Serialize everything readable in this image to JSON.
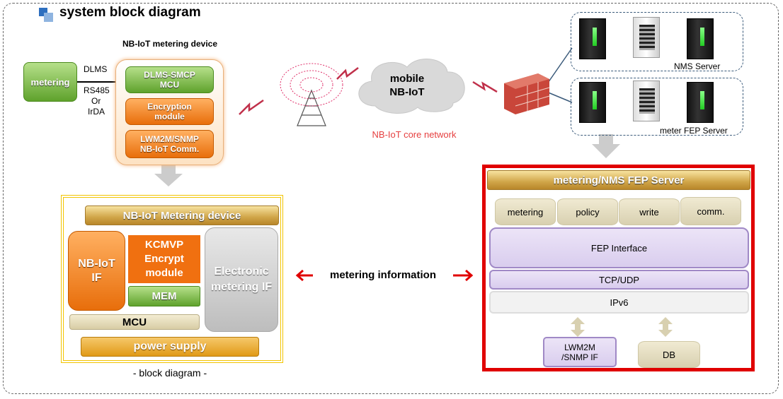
{
  "title": "system block diagram",
  "device_top": {
    "header": "NB-IoT metering device",
    "modules": [
      "DLMS-SMCP MCU",
      "Encryption module",
      "LWM2M/SNMP NB-IoT Comm."
    ]
  },
  "metering_box": "metering",
  "link_labels": {
    "dlms": "DLMS",
    "rs485": "RS485",
    "or": "Or",
    "irda": "IrDA"
  },
  "cloud": {
    "line1": "mobile",
    "line2": "NB-IoT",
    "caption": "NB-IoT core network"
  },
  "servers": {
    "nms": "NMS Server",
    "fep": "meter FEP Server"
  },
  "block": {
    "header": "NB-IoT Metering device",
    "nbiot_if": "NB-IoT IF",
    "kcmvp": "KCMVP Encrypt module",
    "mem": "MEM",
    "electronic": "Electronic metering IF",
    "mcu": "MCU",
    "power": "power supply",
    "caption": "- block diagram -"
  },
  "metering_info": "metering information",
  "fep": {
    "header": "metering/NMS FEP Server",
    "cyl": [
      "metering",
      "policy",
      "write",
      "comm."
    ],
    "fep_interface": "FEP Interface",
    "tcp": "TCP/UDP",
    "ipv6": "IPv6",
    "lwm2m": "LWM2M /SNMP IF",
    "db": "DB"
  },
  "colors": {
    "accent_red": "#e00000",
    "caption_red": "#e64040",
    "gold_border": "#f2c400"
  }
}
